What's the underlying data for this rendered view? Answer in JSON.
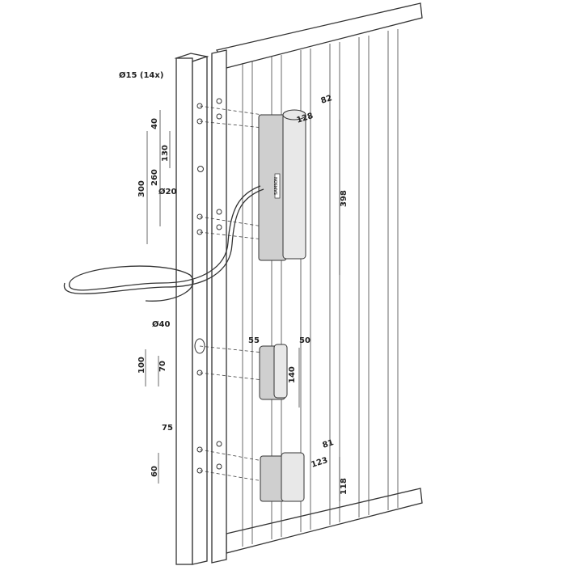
{
  "dimensions": {
    "hole_spec": "Ø15 (14x)",
    "d40": "40",
    "d130": "130",
    "d260": "260",
    "d300": "300",
    "d20": "Ø20",
    "d82": "82",
    "d128": "128",
    "d398": "398",
    "d40b": "Ø40",
    "d100": "100",
    "d70": "70",
    "d55": "55",
    "d50": "50",
    "d140": "140",
    "d75": "75",
    "d60": "60",
    "d81": "81",
    "d123": "123",
    "d118": "118"
  },
  "closer_label": "SAMSON"
}
